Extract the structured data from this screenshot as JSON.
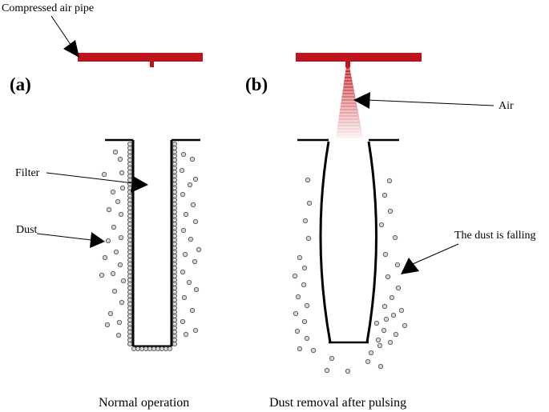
{
  "panels": {
    "a": {
      "tag": "(a)",
      "caption": "Normal operation",
      "labels": {
        "pipe": "Compressed air pipe",
        "filter": "Filter",
        "dust": "Dust"
      }
    },
    "b": {
      "tag": "(b)",
      "caption": "Dust removal after pulsing",
      "labels": {
        "air": "Air",
        "falling": "The dust is falling"
      }
    }
  },
  "colors": {
    "pipe": "#c0141c",
    "line": "#000000",
    "dust_fill": "#d4d4d4",
    "dust_stroke": "#555555"
  }
}
